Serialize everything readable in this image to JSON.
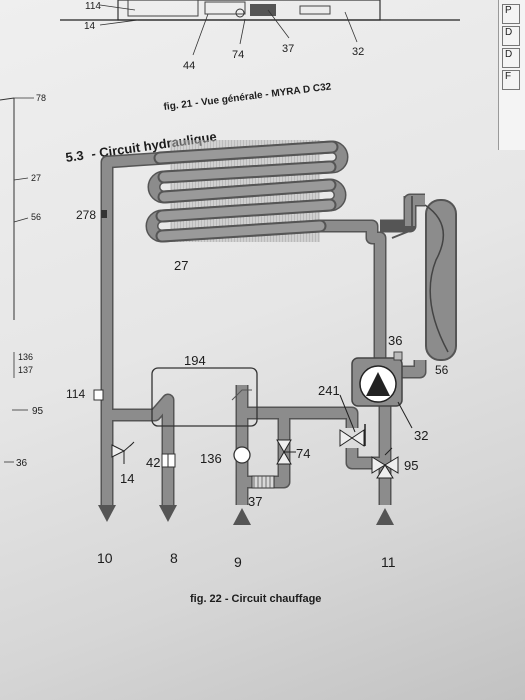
{
  "fig21": {
    "callouts": [
      "114",
      "14",
      "44",
      "74",
      "37",
      "32"
    ],
    "caption": "fig. 21 - Vue générale - MYRA D C32"
  },
  "section": {
    "number": "5.3",
    "title": "- Circuit hydraulique"
  },
  "left_margin_refs": [
    "78",
    "27",
    "56",
    "136",
    "137",
    "95",
    "36"
  ],
  "right_page_tabs": [
    "P",
    "D",
    "D",
    "F"
  ],
  "diagram": {
    "components": {
      "c278": "278",
      "c27": "27",
      "c194": "194",
      "c114": "114",
      "c36": "36",
      "c56": "56",
      "c241": "241",
      "c32": "32",
      "c95": "95",
      "c74": "74",
      "c37": "37",
      "c136": "136",
      "c42": "42",
      "c14": "14"
    },
    "ports": {
      "p10": "10",
      "p8": "8",
      "p9": "9",
      "p11": "11"
    },
    "colors": {
      "pipe": "#8c8c8c",
      "pipe_edge": "#555555",
      "ink": "#1c1c1c"
    }
  },
  "fig22": {
    "caption": "fig. 22 - Circuit chauffage"
  }
}
